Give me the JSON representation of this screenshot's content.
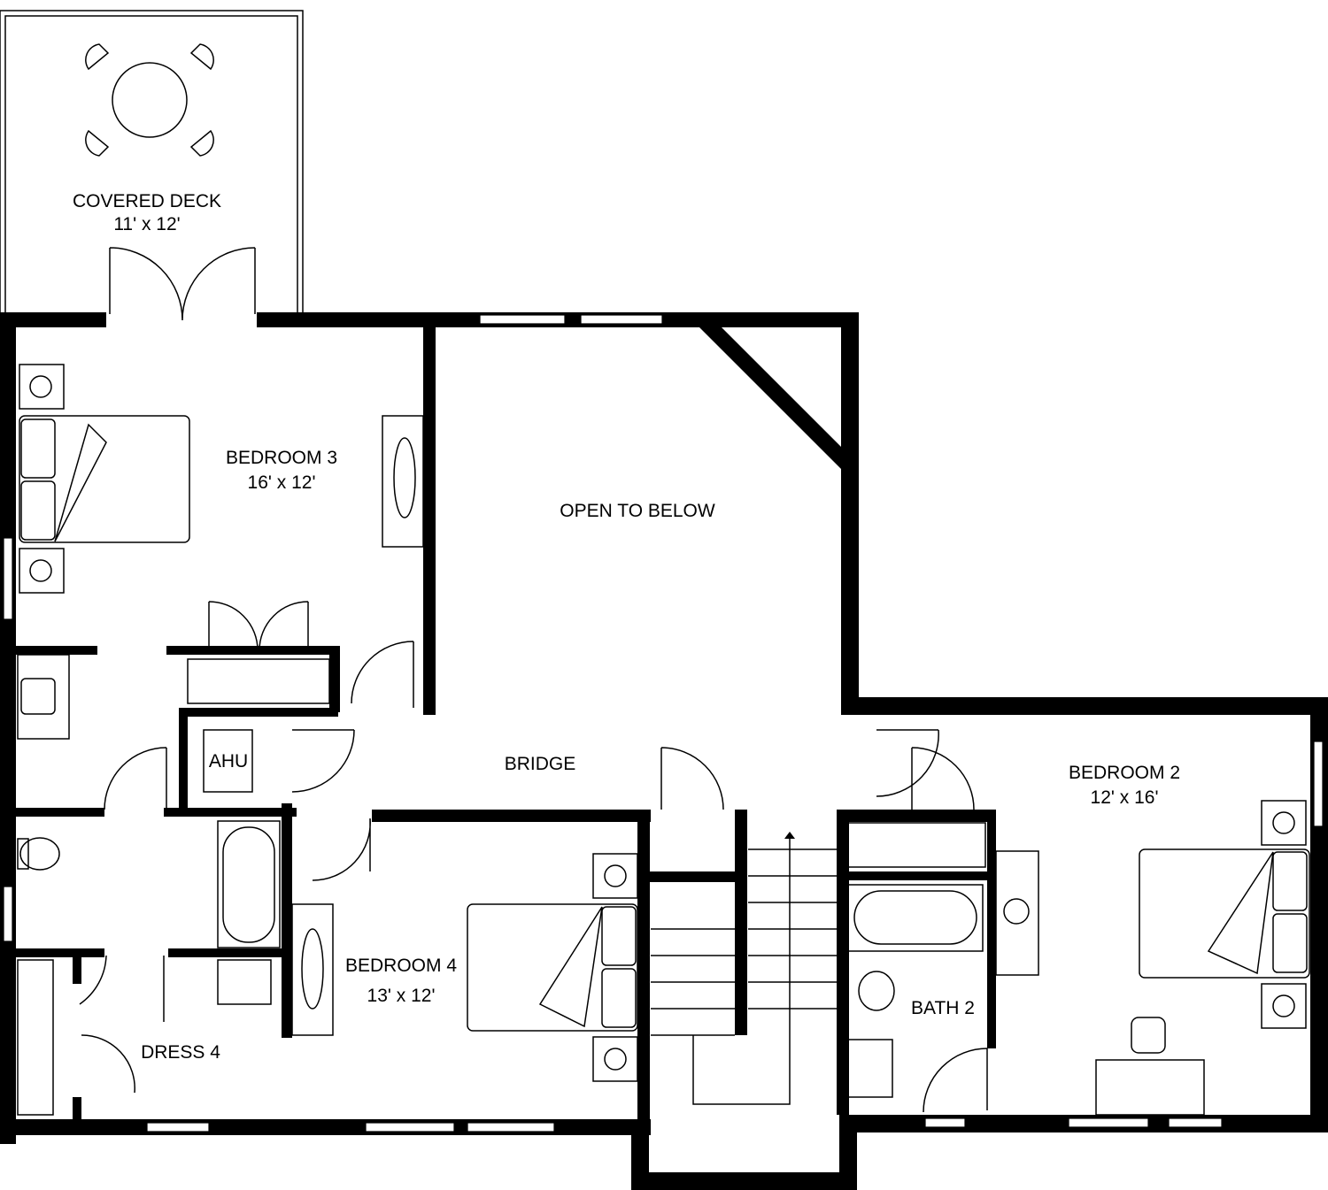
{
  "rooms": {
    "covered_deck": {
      "name": "COVERED DECK",
      "size": "11' x 12'"
    },
    "bedroom3": {
      "name": "BEDROOM 3",
      "size": "16' x 12'"
    },
    "open_to_below": {
      "name": "OPEN TO BELOW"
    },
    "ahu": {
      "name": "AHU"
    },
    "bridge": {
      "name": "BRIDGE"
    },
    "bedroom2": {
      "name": "BEDROOM 2",
      "size": "12' x 16'"
    },
    "bedroom4": {
      "name": "BEDROOM 4",
      "size": "13' x 12'"
    },
    "bath2": {
      "name": "BATH 2"
    },
    "dress4": {
      "name": "DRESS 4"
    }
  },
  "colors": {
    "walls": "#000000",
    "background": "#ffffff"
  }
}
